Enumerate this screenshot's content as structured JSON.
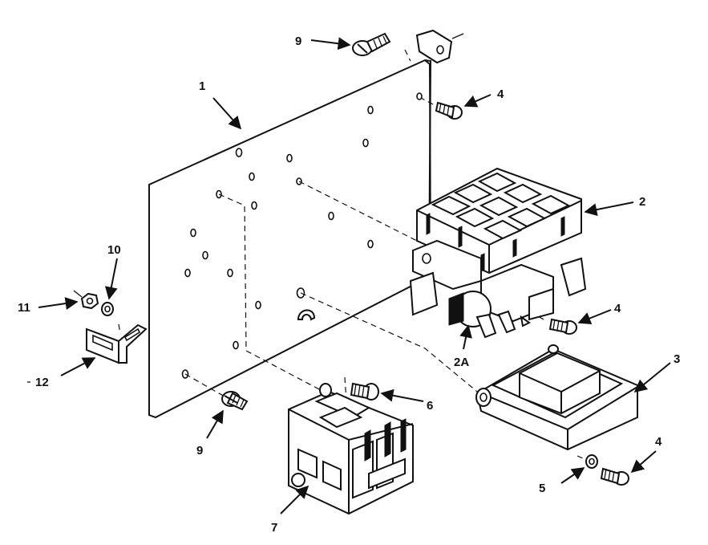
{
  "callouts": {
    "c1": "1",
    "c2": "2",
    "c2a": "2A",
    "c3": "3",
    "c4a": "4",
    "c4b": "4",
    "c4c": "4",
    "c5": "5",
    "c6": "6",
    "c7": "7",
    "c9a": "9",
    "c9b": "9",
    "c10": "10",
    "c11": "11",
    "c12": "12"
  }
}
